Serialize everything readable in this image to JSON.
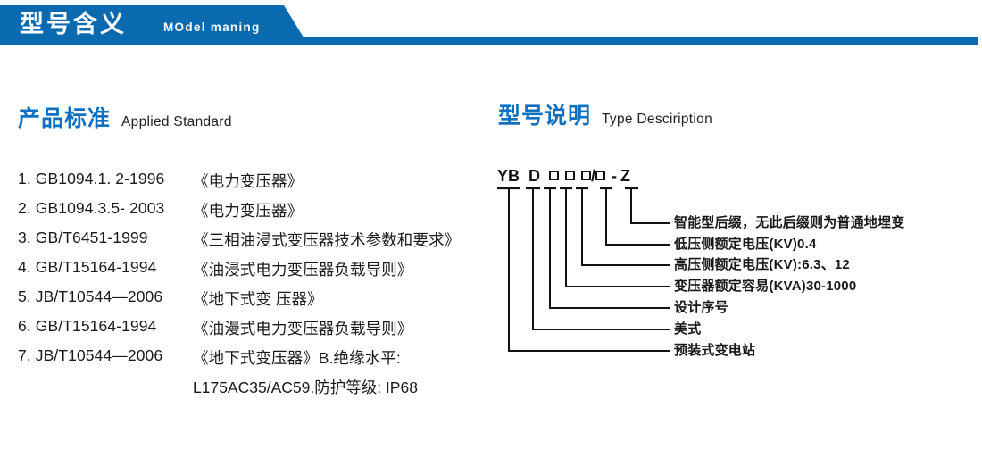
{
  "header": {
    "title_cn": "型号含义",
    "title_en": "MOdel maning",
    "bar_color": "#0a6ab0"
  },
  "sections": {
    "standard": {
      "title_cn": "产品标准",
      "title_en": "Applied Standard",
      "accent_color": "#1070c0"
    },
    "type": {
      "title_cn": "型号说明",
      "title_en": "Type Desciription",
      "accent_color": "#1070c0"
    }
  },
  "standards": [
    {
      "code": "1. GB1094.1. 2-1996",
      "name": "《电力变压器》"
    },
    {
      "code": "2. GB1094.3.5- 2003",
      "name": "《电力变压器》"
    },
    {
      "code": "3. GB/T6451-1999",
      "name": "《三相油浸式变压器技术参数和要求》"
    },
    {
      "code": "4. GB/T15164-1994",
      "name": "《油浸式电力变压器负载导则》"
    },
    {
      "code": "5. JB/T10544—2006",
      "name": "《地下式变 压器》"
    },
    {
      "code": "6. GB/T15164-1994",
      "name": "《油漫式电力变压器负载导则》"
    },
    {
      "code": "7. JB/T10544—2006",
      "name": "《地下式变压器》B.绝缘水平:"
    }
  ],
  "standards_continuation": "L175AC35/AC59.防护等级: IP68",
  "type_code": {
    "segments": [
      "YB",
      "D",
      "□",
      "□",
      "□",
      "/",
      "□",
      "-",
      "Z"
    ],
    "display": "YB D □□□/□ - Z"
  },
  "type_labels": [
    "智能型后缀，无此后缀则为普通地埋变",
    "低压侧额定电压(KV)0.4",
    "高压侧额定电压(KV):6.3、12",
    "变压器额定容易(KVA)30-1000",
    "设计序号",
    "美式",
    "预装式变电站"
  ]
}
